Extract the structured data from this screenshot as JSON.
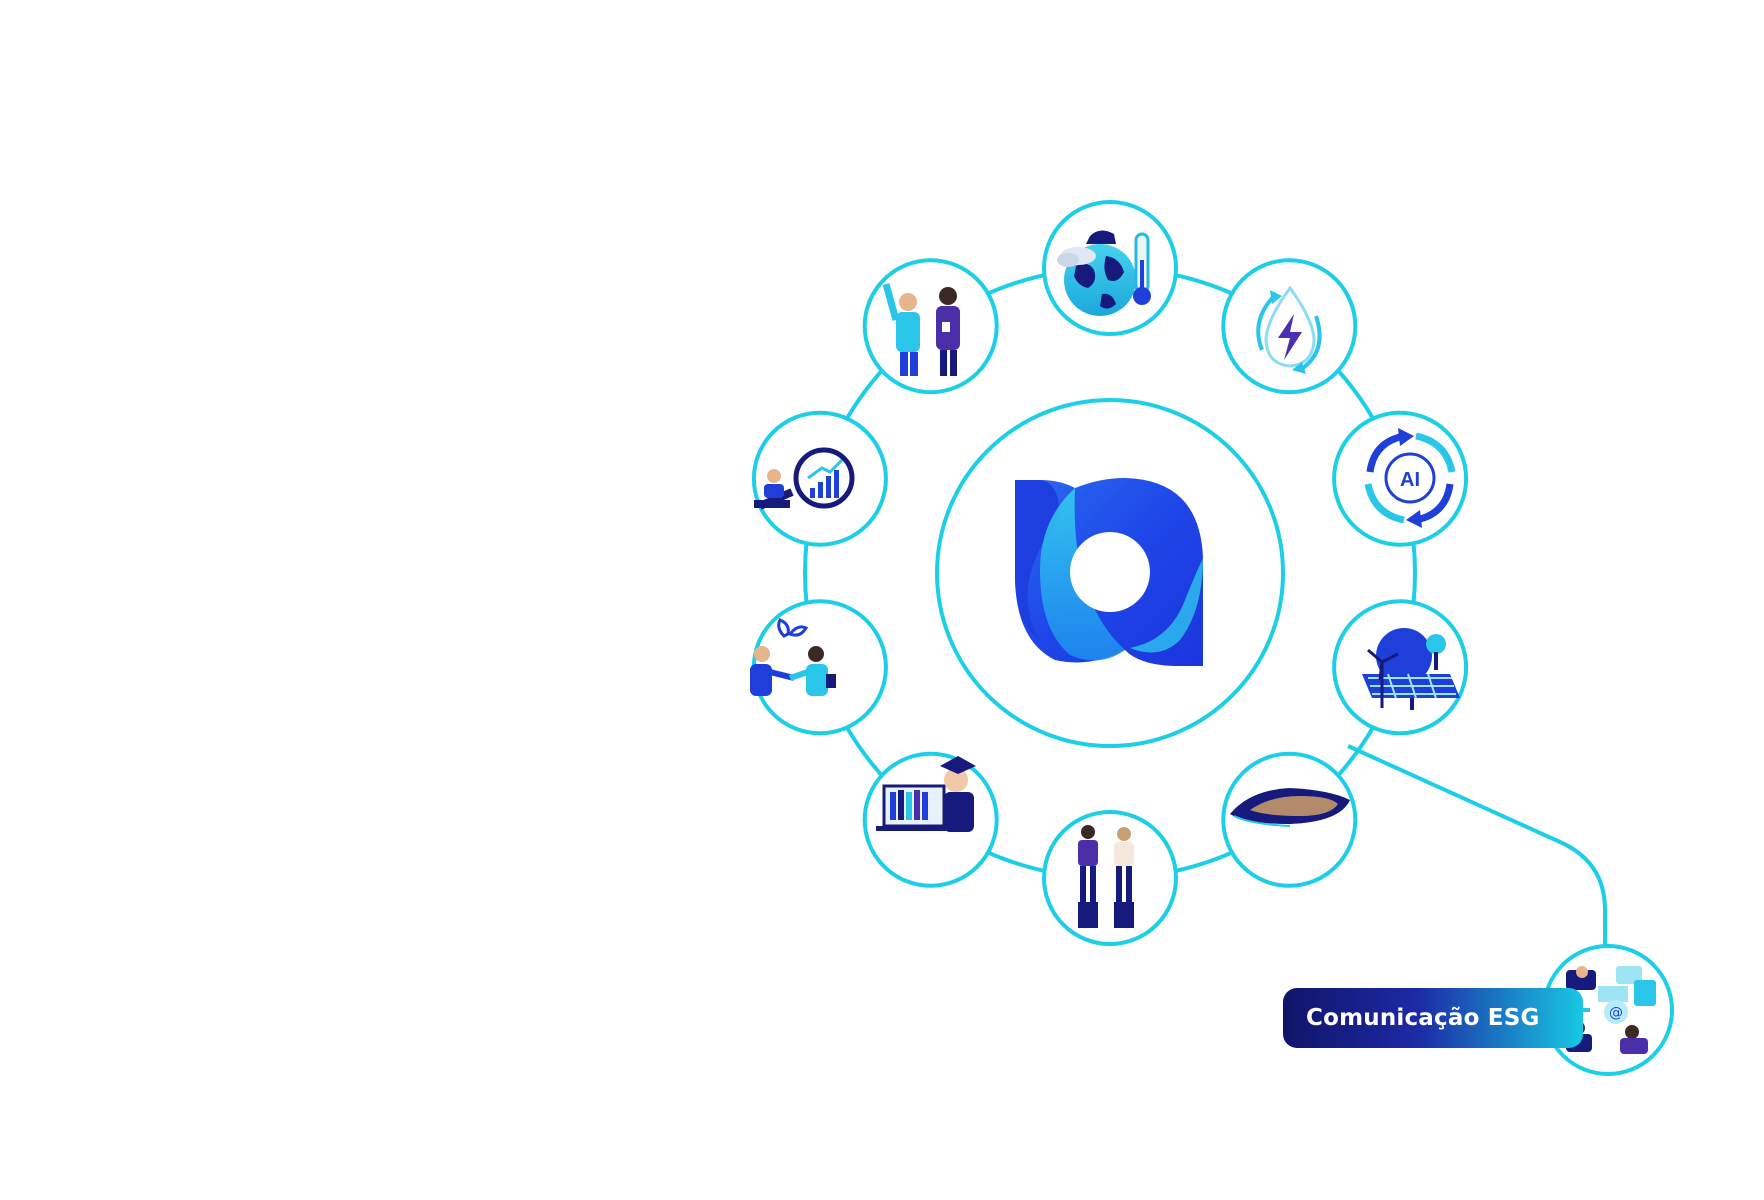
{
  "colors": {
    "ring": "#1ccfe6",
    "navy": "#14177a",
    "blue": "#2438e8",
    "cyan": "#29c6ea",
    "purple": "#4b2fa8"
  },
  "center_logo": {
    "icon": "brand-a-logo"
  },
  "nodes": [
    {
      "id": "climate",
      "icon": "globe-thermometer-icon"
    },
    {
      "id": "energy",
      "icon": "water-drop-lightning-icon"
    },
    {
      "id": "ai",
      "icon": "ai-cycle-icon"
    },
    {
      "id": "renewables",
      "icon": "solar-wind-icon"
    },
    {
      "id": "land",
      "icon": "land-excavation-icon"
    },
    {
      "id": "diversity",
      "icon": "people-pedestals-icon"
    },
    {
      "id": "education",
      "icon": "graduation-laptop-icon"
    },
    {
      "id": "partnership",
      "icon": "handshake-icon"
    },
    {
      "id": "analysis",
      "icon": "magnifier-growth-chart-icon"
    },
    {
      "id": "team",
      "icon": "team-people-icon"
    }
  ],
  "highlight": {
    "label": "Comunicação ESG",
    "icon": "communication-people-icon"
  }
}
